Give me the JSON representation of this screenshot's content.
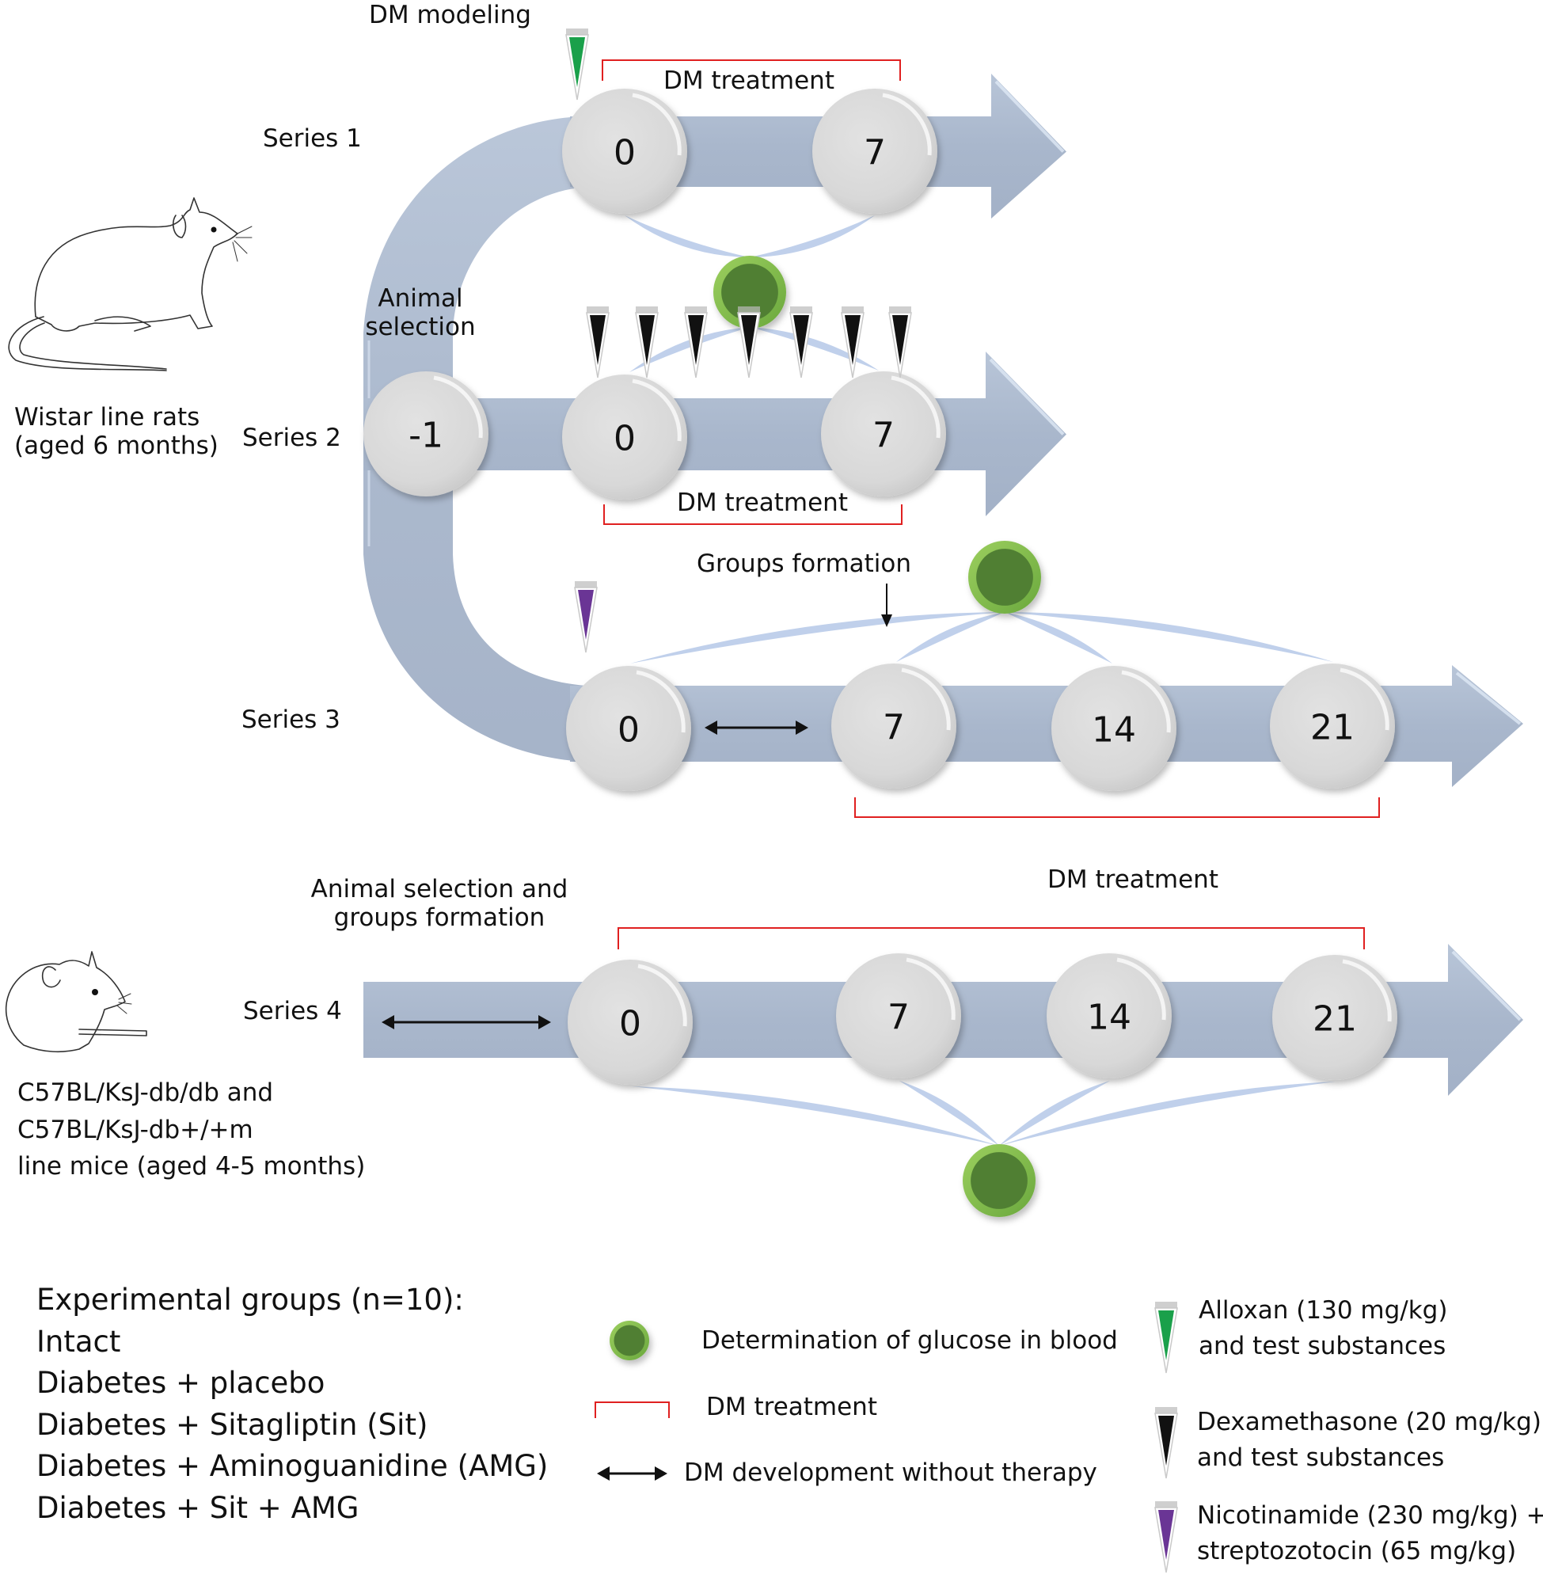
{
  "figure": {
    "colors": {
      "arrow_fill": "#a9b7cc",
      "arrow_highlight": "#dfe8f5",
      "circle_fill": "#dcdcdc",
      "connector": "#b5c8e8",
      "glucose_outer": "#7dbb4a",
      "glucose_inner": "#507f33",
      "bracket": "#e02020",
      "alloxan": "#1aa04a",
      "dexamethasone": "#111111",
      "nicotinamide": "#6a3595"
    },
    "top_label": "DM modeling",
    "animals": {
      "rats": {
        "icon": "rat-drawing",
        "label_lines": [
          "Wistar line rats",
          "(aged 6 months)"
        ]
      },
      "mice": {
        "icon": "mouse-drawing",
        "label_lines": [
          "C57BL/KsJ-db/db and",
          "C57BL/KsJ-db+/+m",
          "line mice (aged 4-5 months)"
        ]
      }
    },
    "series": [
      {
        "name": "Series 1",
        "days": [
          "0",
          "7"
        ],
        "bracket_label": "DM treatment",
        "injection": "alloxan"
      },
      {
        "name": "Series 2",
        "days": [
          "-1",
          "0",
          "7"
        ],
        "pre_label_lines": [
          "Animal",
          "selection"
        ],
        "bracket_label": "DM treatment",
        "injection": "dexamethasone",
        "injection_count": 7
      },
      {
        "name": "Series 3",
        "days": [
          "0",
          "7",
          "14",
          "21"
        ],
        "annotation": "Groups formation",
        "injection": "nicotinamide"
      },
      {
        "name": "Series 4",
        "days": [
          "0",
          "7",
          "14",
          "21"
        ],
        "pre_label_lines": [
          "Animal selection and",
          "groups formation"
        ],
        "bracket_label": "DM treatment"
      }
    ],
    "groups": {
      "title": "Experimental groups (n=10):",
      "items": [
        "Intact",
        "Diabetes + placebo",
        "Diabetes + Sitagliptin (Sit)",
        "Diabetes + Aminoguanidine (AMG)",
        "Diabetes + Sit + AMG"
      ]
    },
    "legend": {
      "glucose": "Determination of glucose in blood",
      "treatment": "DM treatment",
      "development": "DM development without therapy",
      "alloxan_lines": [
        "Alloxan (130 mg/kg)",
        "and test substances"
      ],
      "dexamethasone_lines": [
        "Dexamethasone (20 mg/kg)",
        "and test substances"
      ],
      "nicotinamide_lines": [
        "Nicotinamide (230 mg/kg) +",
        "streptozotocin (65 mg/kg)"
      ]
    }
  }
}
